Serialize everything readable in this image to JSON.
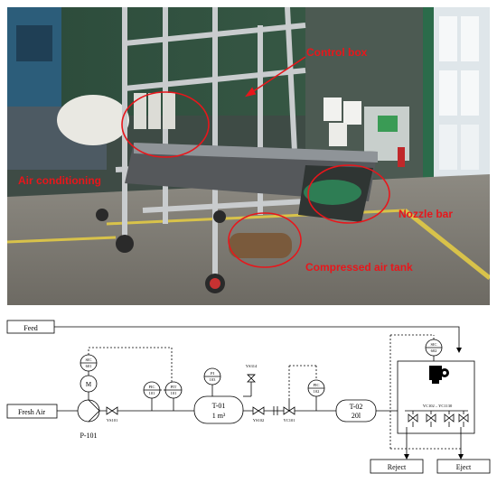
{
  "photo": {
    "callouts": {
      "control_box": "Control box",
      "air_conditioning": "Air conditioning",
      "nozzle_bar": "Nozzle bar",
      "compressed_air_tank": "Compressed air tank"
    },
    "callout_color": "#e8161b"
  },
  "pid": {
    "feed": "Feed",
    "fresh_air": "Fresh Air",
    "pump": {
      "symbol": "M",
      "tag": "P-101"
    },
    "sic601": {
      "l1": "SIC",
      "l2": "601"
    },
    "pic101": {
      "l1": "PIC",
      "l2": "101"
    },
    "pit101": {
      "l1": "PIT",
      "l2": "101"
    },
    "pi103": {
      "l1": "PI",
      "l2": "103"
    },
    "pic102": {
      "l1": "PIC",
      "l2": "102"
    },
    "sic602": {
      "l1": "SIC",
      "l2": "602"
    },
    "ys101": "YS101",
    "ys102": "YS102",
    "ys314": "YS314",
    "yc101": "YC101",
    "yc102_range": "YC102 – YC1130",
    "tank1": {
      "tag": "T-01",
      "size": "1 m³"
    },
    "tank2": {
      "tag": "T-02",
      "size": "20l"
    },
    "reject": "Reject",
    "eject": "Eject"
  }
}
